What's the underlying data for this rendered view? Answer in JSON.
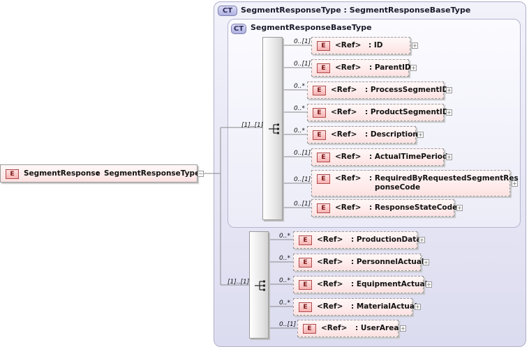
{
  "root": {
    "badge": "E",
    "name": "SegmentResponse",
    "sep": ":",
    "type": "SegmentResponseType",
    "toggle": "−"
  },
  "outer_type": {
    "badge": "CT",
    "title": "SegmentResponseType : SegmentResponseBaseType"
  },
  "inner_type": {
    "badge": "CT",
    "title": "SegmentResponseBaseType"
  },
  "groups": [
    {
      "cardinality": "[1]..[1]"
    },
    {
      "cardinality": "[1]..[1]"
    }
  ],
  "base_elements": [
    {
      "card": "0..[1]",
      "badge": "E",
      "ref": "<Ref>",
      "name": ": ID"
    },
    {
      "card": "0..[1]",
      "badge": "E",
      "ref": "<Ref>",
      "name": ": ParentID"
    },
    {
      "card": "0..*",
      "badge": "E",
      "ref": "<Ref>",
      "name": ": ProcessSegmentID"
    },
    {
      "card": "0..*",
      "badge": "E",
      "ref": "<Ref>",
      "name": ": ProductSegmentID"
    },
    {
      "card": "0..*",
      "badge": "E",
      "ref": "<Ref>",
      "name": ": Description"
    },
    {
      "card": "0..[1]",
      "badge": "E",
      "ref": "<Ref>",
      "name": ": ActualTimePeriod"
    },
    {
      "card": "0..[1]",
      "badge": "E",
      "ref": "<Ref>",
      "name": ": RequiredByRequestedSegmentRes",
      "name2": "ponseCode"
    },
    {
      "card": "0..[1]",
      "badge": "E",
      "ref": "<Ref>",
      "name": ": ResponseStateCode"
    }
  ],
  "ext_elements": [
    {
      "card": "0..*",
      "badge": "E",
      "ref": "<Ref>",
      "name": ": ProductionData"
    },
    {
      "card": "0..*",
      "badge": "E",
      "ref": "<Ref>",
      "name": ": PersonnelActual"
    },
    {
      "card": "0..*",
      "badge": "E",
      "ref": "<Ref>",
      "name": ": EquipmentActual"
    },
    {
      "card": "0..*",
      "badge": "E",
      "ref": "<Ref>",
      "name": ": MaterialActual"
    },
    {
      "card": "0..[1]",
      "badge": "E",
      "ref": "<Ref>",
      "name": ": UserArea"
    }
  ],
  "expand_symbol": "+"
}
